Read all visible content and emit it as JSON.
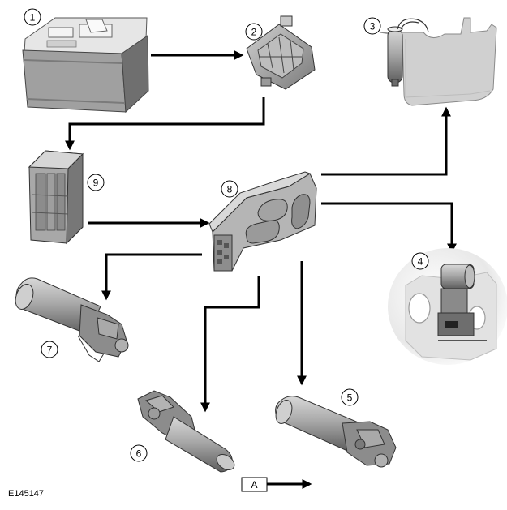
{
  "diagram": {
    "reference": "E145147",
    "key_box": "A",
    "components": [
      {
        "number": "1",
        "icon": "battery-icon"
      },
      {
        "number": "2",
        "icon": "fuse-box-icon"
      },
      {
        "number": "3",
        "icon": "heater-mat-icon"
      },
      {
        "number": "4",
        "icon": "lumbar-actuator-icon"
      },
      {
        "number": "5",
        "icon": "seat-motor-icon"
      },
      {
        "number": "6",
        "icon": "seat-motor-icon"
      },
      {
        "number": "7",
        "icon": "seat-motor-icon"
      },
      {
        "number": "8",
        "icon": "seat-switch-pack-icon"
      },
      {
        "number": "9",
        "icon": "junction-box-icon"
      }
    ]
  }
}
